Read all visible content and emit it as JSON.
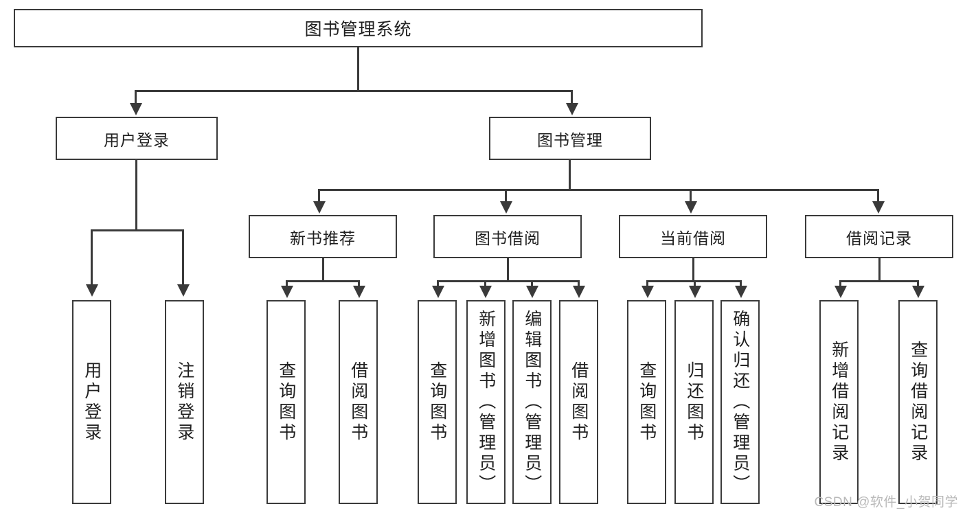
{
  "diagram": {
    "title": "图书管理系统",
    "watermark": "CSDN @软件_小贺同学",
    "root": {
      "label": "图书管理系统"
    },
    "level2": [
      {
        "label": "用户登录"
      },
      {
        "label": "图书管理"
      }
    ],
    "level3": [
      {
        "label": "新书推荐"
      },
      {
        "label": "图书借阅"
      },
      {
        "label": "当前借阅"
      },
      {
        "label": "借阅记录"
      }
    ],
    "leaves": [
      {
        "label": "用户登录"
      },
      {
        "label": "注销登录"
      },
      {
        "label": "查询图书"
      },
      {
        "label": "借阅图书"
      },
      {
        "label": "查询图书"
      },
      {
        "label": "新增图书（管理员）"
      },
      {
        "label": "编辑图书（管理员）"
      },
      {
        "label": "借阅图书"
      },
      {
        "label": "查询图书"
      },
      {
        "label": "归还图书"
      },
      {
        "label": "确认归还（管理员）"
      },
      {
        "label": "新增借阅记录"
      },
      {
        "label": "查询借阅记录"
      }
    ],
    "colors": {
      "background": "#ffffff",
      "stroke": "#3a3a3a",
      "text": "#202020",
      "watermark": "#b9b9b9"
    }
  }
}
